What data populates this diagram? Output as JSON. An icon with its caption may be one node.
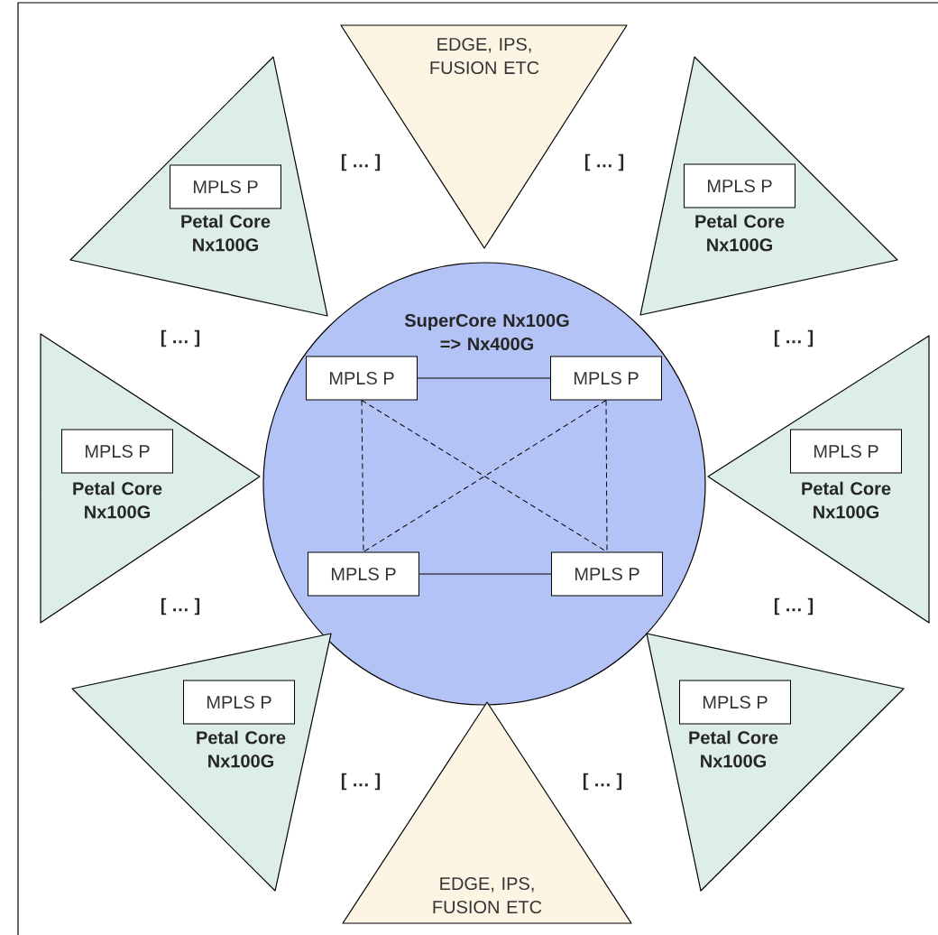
{
  "diagram": {
    "nodes": [
      {
        "text": [
          "EDGE, IPS, FUSION ETC"
        ]
      },
      {
        "text": [
          "Petal Core Nx100G"
        ]
      },
      {
        "text": [
          "MPLS P"
        ],
        "in": 1
      },
      {
        "text": [
          "Petal Core Nx100G"
        ]
      },
      {
        "text": [
          "MPLS P"
        ],
        "in": 3
      },
      {
        "text": [
          "SuperCore Nx100G => Nx400G"
        ]
      },
      {
        "text": [
          "MPLS P"
        ],
        "in": 5
      },
      {
        "text": [
          "MPLS P"
        ],
        "in": 5
      },
      {
        "text": [
          "Petal Core Nx100G"
        ]
      },
      {
        "text": [
          "MPLS P"
        ],
        "in": 8
      },
      {
        "text": [
          "Petal Core Nx100G"
        ]
      },
      {
        "text": [
          "MPLS P"
        ],
        "in": 10
      },
      {
        "text": [
          "MPLS P"
        ],
        "in": 5
      },
      {
        "text": [
          "MPLS P"
        ],
        "in": 5
      },
      {
        "text": [
          "Petal Core Nx100G"
        ]
      },
      {
        "text": [
          "MPLS P"
        ],
        "in": 14
      },
      {
        "text": [
          "Petal Core Nx100G"
        ]
      },
      {
        "text": [
          "MPLS P"
        ],
        "in": 16
      },
      {
        "text": [
          "EDGE, IPS, FUSION ETC"
        ]
      }
    ],
    "edges": [
      {
        "from": 6,
        "to": 7,
        "arrow": "none"
      },
      {
        "from": 12,
        "to": 13,
        "arrow": "none"
      },
      {
        "from": 6,
        "to": 12,
        "arrow": "none",
        "style": "dashed"
      },
      {
        "from": 7,
        "to": 13,
        "arrow": "none",
        "style": "dashed"
      },
      {
        "from": 6,
        "to": 13,
        "arrow": "none",
        "style": "dashed"
      },
      {
        "from": 7,
        "to": 12,
        "arrow": "none",
        "style": "dashed"
      }
    ],
    "labels": [
      "[ … ]",
      "[ … ]",
      "[ … ]",
      "[ … ]",
      "[ … ]",
      "[ … ]",
      "[ … ]",
      "[ … ]"
    ]
  }
}
